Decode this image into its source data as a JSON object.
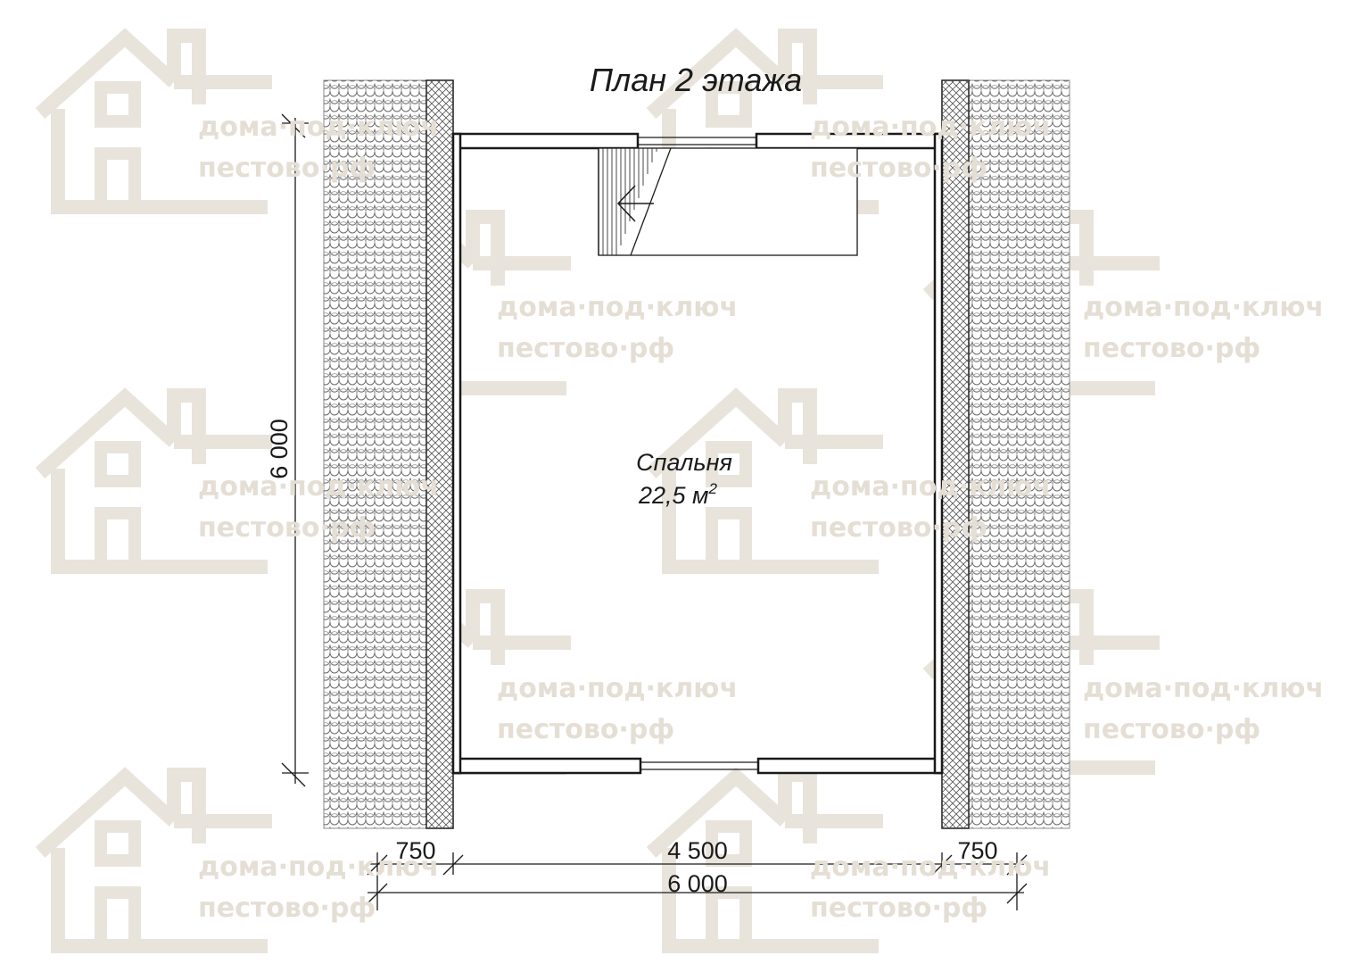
{
  "plan": {
    "title": "План 2 этажа",
    "room": {
      "name": "Спальня",
      "area_value": "22,5 м",
      "area_exponent": "2"
    },
    "dimensions": {
      "height_total": "6 000",
      "roof_left": "750",
      "interior_width": "4 500",
      "roof_right": "750",
      "width_total": "6 000"
    }
  },
  "watermark": {
    "line1": "дома·под·ключ",
    "line2": "пестово·рф",
    "color": "#e4ded5"
  },
  "colors": {
    "line": "#1a1a1a",
    "background": "#ffffff"
  },
  "icons": [
    "house-logo-icon",
    "stair-arrow-icon"
  ]
}
